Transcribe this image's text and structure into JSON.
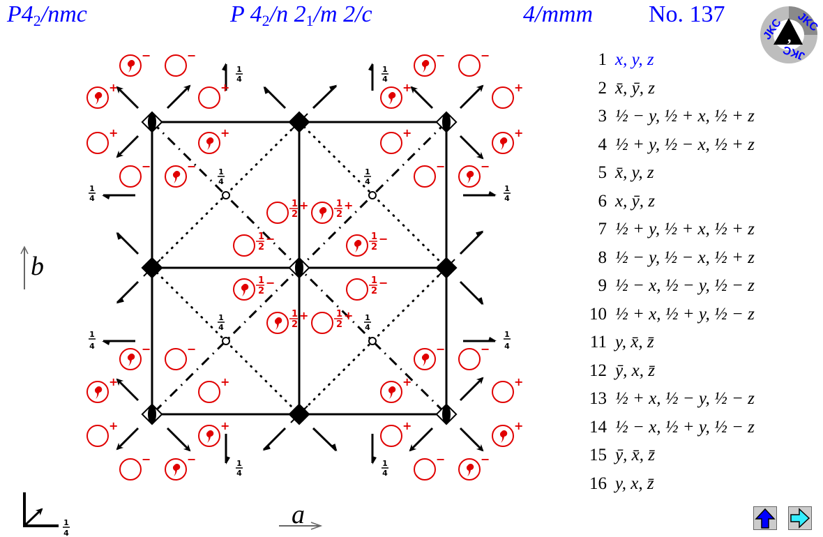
{
  "header": {
    "short_symbol": {
      "pre": "P4",
      "sub": "2",
      "post": "/nmc"
    },
    "full_symbol": {
      "p1": "P 4",
      "s1": "2",
      "p2": "/n 2",
      "s2": "1",
      "p3": "/m 2/c"
    },
    "point_group": "4/mmm",
    "number": "No. 137"
  },
  "logo": {
    "text": "JKC",
    "icon": "jkc-logo-icon"
  },
  "colors": {
    "title": "#0000ff",
    "symbols": "#e00000",
    "lines": "#000000",
    "nav_up": "#0000ff",
    "nav_next": "#33eeff"
  },
  "axes": {
    "a_label": "a",
    "b_label": "b",
    "quarter_label": "1/4"
  },
  "symmetry_operations": [
    {
      "n": "1",
      "expr": "x, y, z"
    },
    {
      "n": "2",
      "expr": "x̄, ȳ, z"
    },
    {
      "n": "3",
      "expr": "½ − y, ½ + x, ½ + z"
    },
    {
      "n": "4",
      "expr": "½ + y, ½ − x, ½ + z"
    },
    {
      "n": "5",
      "expr": "x̄, y, z"
    },
    {
      "n": "6",
      "expr": "x, ȳ, z"
    },
    {
      "n": "7",
      "expr": "½ + y, ½ + x, ½ + z"
    },
    {
      "n": "8",
      "expr": "½ − y, ½ − x, ½ + z"
    },
    {
      "n": "9",
      "expr": "½ − x, ½ − y, ½ − z"
    },
    {
      "n": "10",
      "expr": "½ + x, ½ + y, ½ − z"
    },
    {
      "n": "11",
      "expr": "y, x̄, z̄"
    },
    {
      "n": "12",
      "expr": "ȳ, x, z̄"
    },
    {
      "n": "13",
      "expr": "½ + x, ½ − y, ½ − z"
    },
    {
      "n": "14",
      "expr": "½ − x, ½ + y, ½ − z"
    },
    {
      "n": "15",
      "expr": "ȳ, x̄, z̄"
    },
    {
      "n": "16",
      "expr": "y, x, z̄"
    }
  ],
  "nav": {
    "up_icon": "arrow-up-icon",
    "next_icon": "arrow-right-icon"
  }
}
